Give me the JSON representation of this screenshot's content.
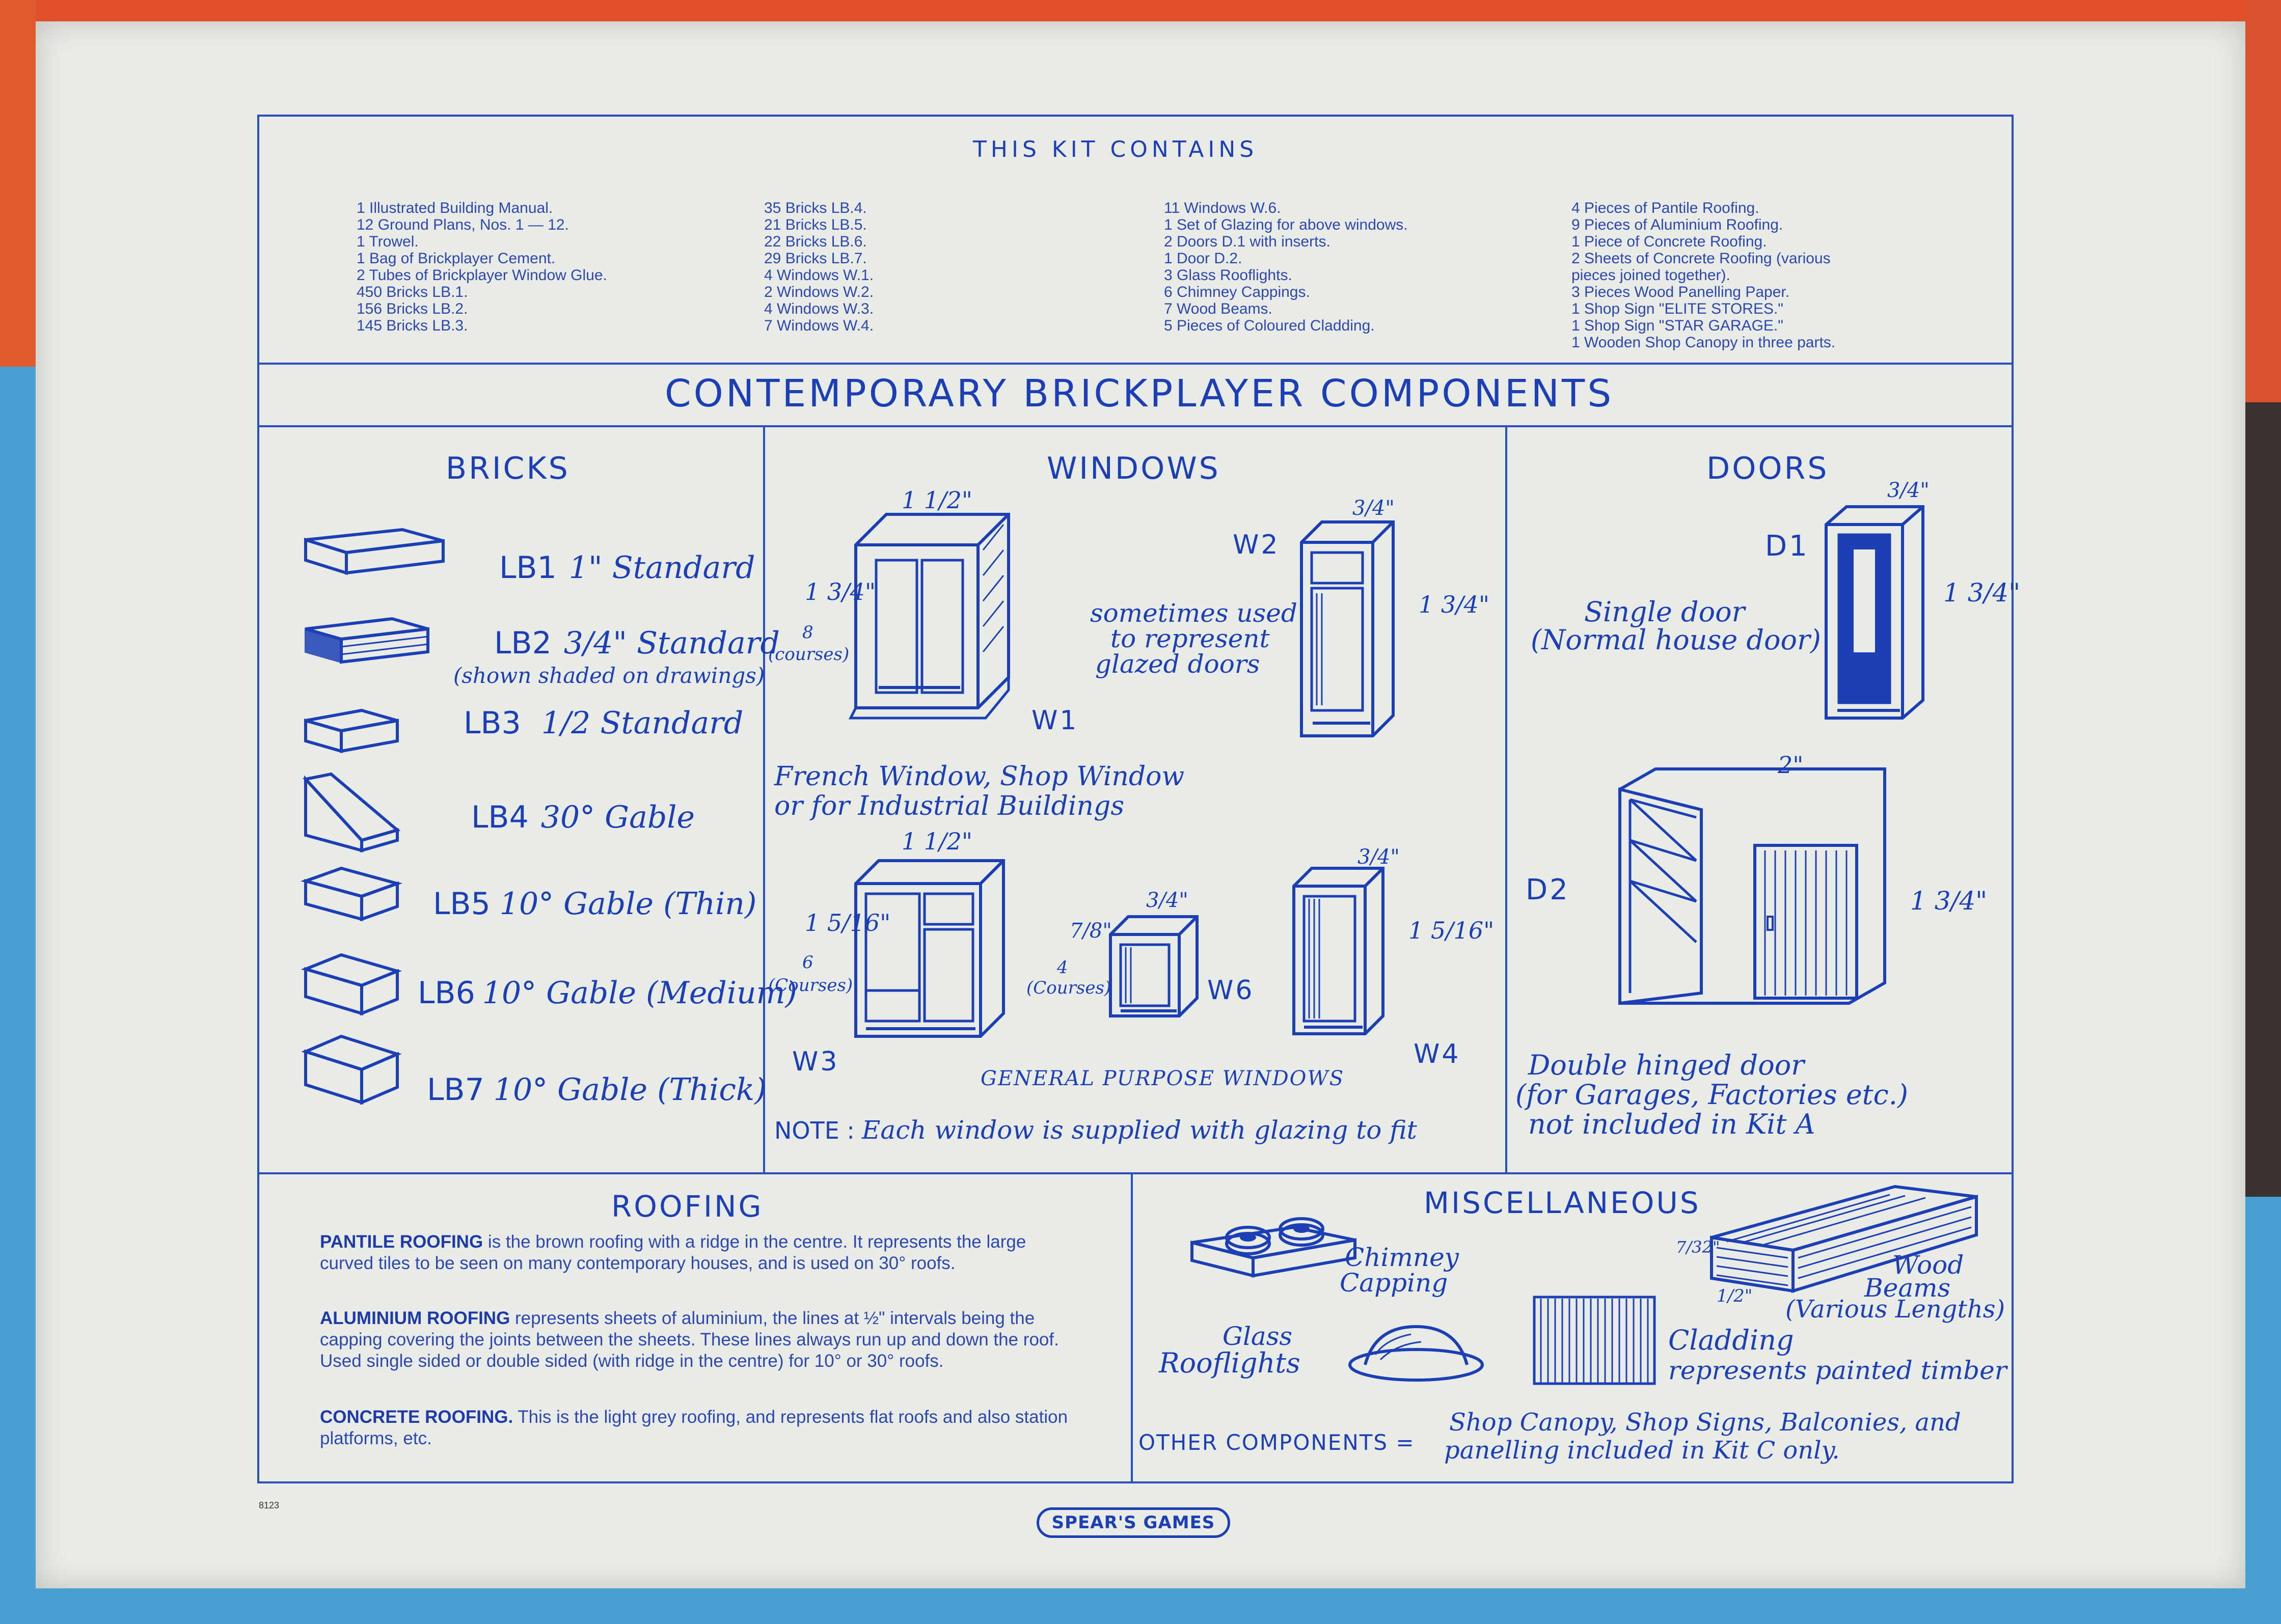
{
  "kit": {
    "title": "THIS KIT CONTAINS",
    "col1": [
      "1 Illustrated Building Manual.",
      "12 Ground Plans, Nos. 1 — 12.",
      "1 Trowel.",
      "1 Bag of Brickplayer Cement.",
      "2 Tubes of Brickplayer Window Glue.",
      "450 Bricks LB.1.",
      "156 Bricks LB.2.",
      "145 Bricks LB.3."
    ],
    "col2": [
      "35 Bricks LB.4.",
      "21 Bricks LB.5.",
      "22 Bricks LB.6.",
      "29 Bricks LB.7.",
      "4 Windows W.1.",
      "2 Windows W.2.",
      "4 Windows W.3.",
      "7 Windows W.4."
    ],
    "col3": [
      "11 Windows W.6.",
      "1 Set of Glazing for above windows.",
      "2 Doors D.1 with inserts.",
      "1 Door D.2.",
      "3 Glass Rooflights.",
      "6 Chimney Cappings.",
      "7 Wood Beams.",
      "5 Pieces of Coloured Cladding."
    ],
    "col4": [
      "4 Pieces of Pantile Roofing.",
      "9 Pieces of Aluminium Roofing.",
      "1 Piece of Concrete Roofing.",
      "2 Sheets of Concrete Roofing (various",
      "pieces joined together).",
      "3 Pieces Wood Panelling Paper.",
      "1 Shop Sign \"ELITE STORES.\"",
      "1 Shop Sign \"STAR GARAGE.\"",
      "1 Wooden Shop Canopy in three parts."
    ]
  },
  "main_title": "CONTEMPORARY BRICKPLAYER COMPONENTS",
  "bricks": {
    "heading": "BRICKS",
    "items": [
      {
        "code": "LB1",
        "desc": "1\" Standard"
      },
      {
        "code": "LB2",
        "desc": "3/4\" Standard"
      },
      {
        "code": "LB3",
        "desc": "1/2 Standard"
      },
      {
        "code": "LB4",
        "desc": "30° Gable"
      },
      {
        "code": "LB5",
        "desc": "10° Gable (Thin)"
      },
      {
        "code": "LB6",
        "desc": "10° Gable (Medium)"
      },
      {
        "code": "LB7",
        "desc": "10° Gable (Thick)"
      }
    ],
    "lb2_note": "(shown shaded on drawings)"
  },
  "windows": {
    "heading": "WINDOWS",
    "w1": {
      "label": "W1",
      "width": "1 1/2\"",
      "height": "1 3/4\"",
      "courses": "8",
      "courses_word": "(courses)"
    },
    "w2": {
      "label": "W2",
      "width": "3/4\"",
      "height": "1 3/4\""
    },
    "w2_note": [
      "sometimes used",
      "to represent",
      "glazed doors"
    ],
    "w1_note": [
      "French Window, Shop Window",
      "or for Industrial Buildings"
    ],
    "w3": {
      "label": "W3",
      "width": "1 1/2\"",
      "height": "1 5/16\"",
      "courses": "6",
      "courses_word": "(Courses)"
    },
    "w6": {
      "label": "W6",
      "width": "3/4\"",
      "height": "7/8\"",
      "courses": "4",
      "courses_word": "(Courses)"
    },
    "w4": {
      "label": "W4",
      "width": "3/4\"",
      "height": "1 5/16\""
    },
    "general": "GENERAL PURPOSE WINDOWS",
    "note_label": "NOTE :",
    "note": "Each window is supplied with glazing to fit"
  },
  "doors": {
    "heading": "DOORS",
    "d1": {
      "label": "D1",
      "width": "3/4\"",
      "height": "1 3/4\""
    },
    "d1_note": [
      "Single door",
      "(Normal house door)"
    ],
    "d2": {
      "label": "D2",
      "width": "2\"",
      "height": "1 3/4\""
    },
    "d2_note": [
      "Double hinged door",
      "(for Garages, Factories etc.)",
      "not included in Kit A"
    ]
  },
  "roofing": {
    "heading": "ROOFING",
    "p1_bold": "PANTILE ROOFING",
    "p1": " is the brown roofing with a ridge in the centre. It represents the large curved tiles to be seen on many contemporary houses, and is used on 30° roofs.",
    "p2_bold": "ALUMINIUM ROOFING",
    "p2": " represents sheets of aluminium, the lines at ½\" intervals being the capping covering the joints between the sheets. These lines always run up and down the roof. Used single sided or double sided (with ridge in the centre) for 10° or 30° roofs.",
    "p3_bold": "CONCRETE ROOFING.",
    "p3": " This is the light grey roofing, and represents flat roofs and also station platforms, etc."
  },
  "misc": {
    "heading": "MISCELLANEOUS",
    "chimney": [
      "Chimney",
      "Capping"
    ],
    "beams": [
      "Wood",
      "Beams",
      "(Various Lengths)"
    ],
    "beam_dim1": "7/32\"",
    "beam_dim2": "1/2\"",
    "rooflights": [
      "Glass",
      "Rooflights"
    ],
    "cladding": [
      "Cladding",
      "represents painted timber"
    ],
    "other_label": "OTHER COMPONENTS =",
    "other": [
      "Shop Canopy, Shop Signs, Balconies, and",
      "panelling included in Kit C only."
    ]
  },
  "footer": {
    "code": "8123",
    "brand": "SPEAR'S GAMES"
  },
  "colors": {
    "ink": "#1d3fb5",
    "paper": "#e9ebe6",
    "lid_red": "#e0502c",
    "lid_blue": "#4a9fd4"
  }
}
